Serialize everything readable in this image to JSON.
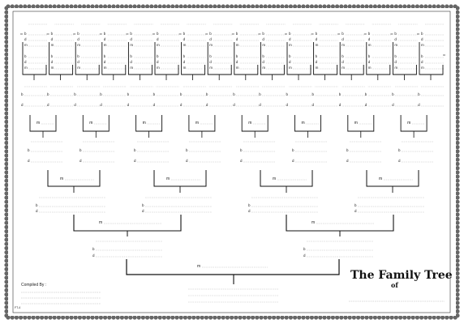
{
  "title": "The Family Tree",
  "title_of": "of",
  "compiled_by_label": "Compiled By :",
  "footer_code": "FT-4",
  "labels": {
    "born": "b",
    "died": "d",
    "married": "m"
  },
  "border_color": "#555555",
  "ink_color": "#111111"
}
